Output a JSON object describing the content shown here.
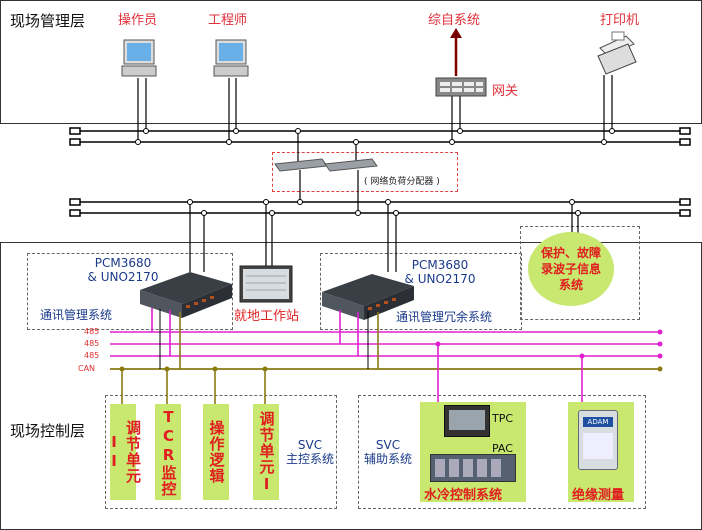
{
  "layers": {
    "top_label": "现场管理层",
    "bottom_label": "现场控制层"
  },
  "management": {
    "operator": "操作员",
    "engineer": "工程师",
    "integrated_system": "综自系统",
    "gateway": "网关",
    "printer": "打印机"
  },
  "network": {
    "load_balancer": "( 网络负荷分配器 )"
  },
  "comm": {
    "left_model": "PCM3680\n& UNO2170",
    "left_label": "通讯管理系统",
    "right_model": "PCM3680\n& UNO2170",
    "right_label": "通讯管理冗余系统",
    "workstation": "就地工作站",
    "protection": "保护、故障\n录波子信息\n系统"
  },
  "buses": [
    "485",
    "485",
    "485",
    "CAN"
  ],
  "svc_main": {
    "units": [
      "调节单元II",
      "TCR监控",
      "操作逻辑",
      "调节单元I"
    ],
    "label": "SVC\n主控系统"
  },
  "svc_aux": {
    "label": "SVC\n辅助系统",
    "tpc": "TPC",
    "pac": "PAC",
    "cooling": "水冷控制系统",
    "insulation": "绝缘测量",
    "adam": "ADAM"
  }
}
